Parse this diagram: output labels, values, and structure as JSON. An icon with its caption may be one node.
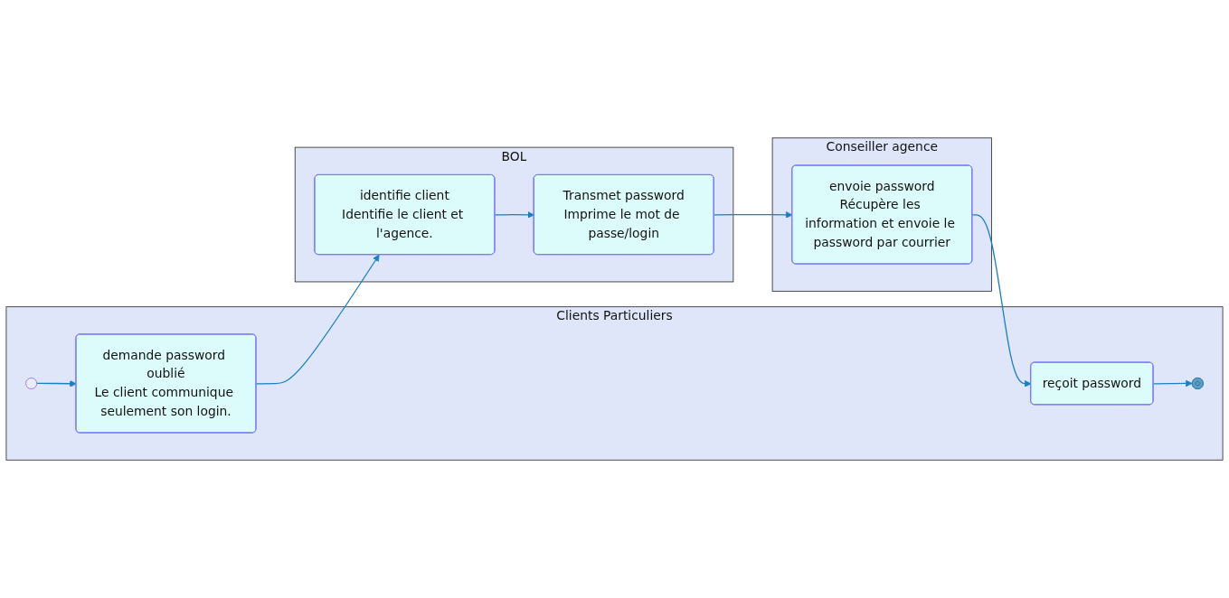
{
  "diagram": {
    "nodes": [
      {
        "text": [
          "Clients Particuliers"
        ]
      },
      {
        "text": [
          "Conseiller agence"
        ]
      },
      {
        "text": [
          "BOL"
        ]
      },
      {
        "text": [],
        "shape": "circle",
        "in": 0
      },
      {
        "text": [
          "demande password oublié",
          "Le client communique seulement son login."
        ],
        "in": 0
      },
      {
        "text": [
          "identifie client",
          "Identifie le client et l'agence."
        ],
        "in": 2
      },
      {
        "text": [
          "Transmet password",
          "Imprime le mot de passe/login"
        ],
        "in": 2
      },
      {
        "text": [
          "envoie password",
          "Récupère les information et envoie le password par courrier"
        ],
        "in": 1
      },
      {
        "text": [
          "reçoit password"
        ],
        "in": 0
      },
      {
        "text": [],
        "shape": "circle",
        "in": 0
      }
    ],
    "edges": [
      {
        "from": 3,
        "to": 4,
        "arrow": "to"
      },
      {
        "from": 4,
        "to": 5,
        "arrow": "to"
      },
      {
        "from": 5,
        "to": 6,
        "arrow": "to"
      },
      {
        "from": 6,
        "to": 7,
        "arrow": "to"
      },
      {
        "from": 7,
        "to": 8,
        "arrow": "to"
      },
      {
        "from": 8,
        "to": 9,
        "arrow": "to"
      }
    ]
  }
}
